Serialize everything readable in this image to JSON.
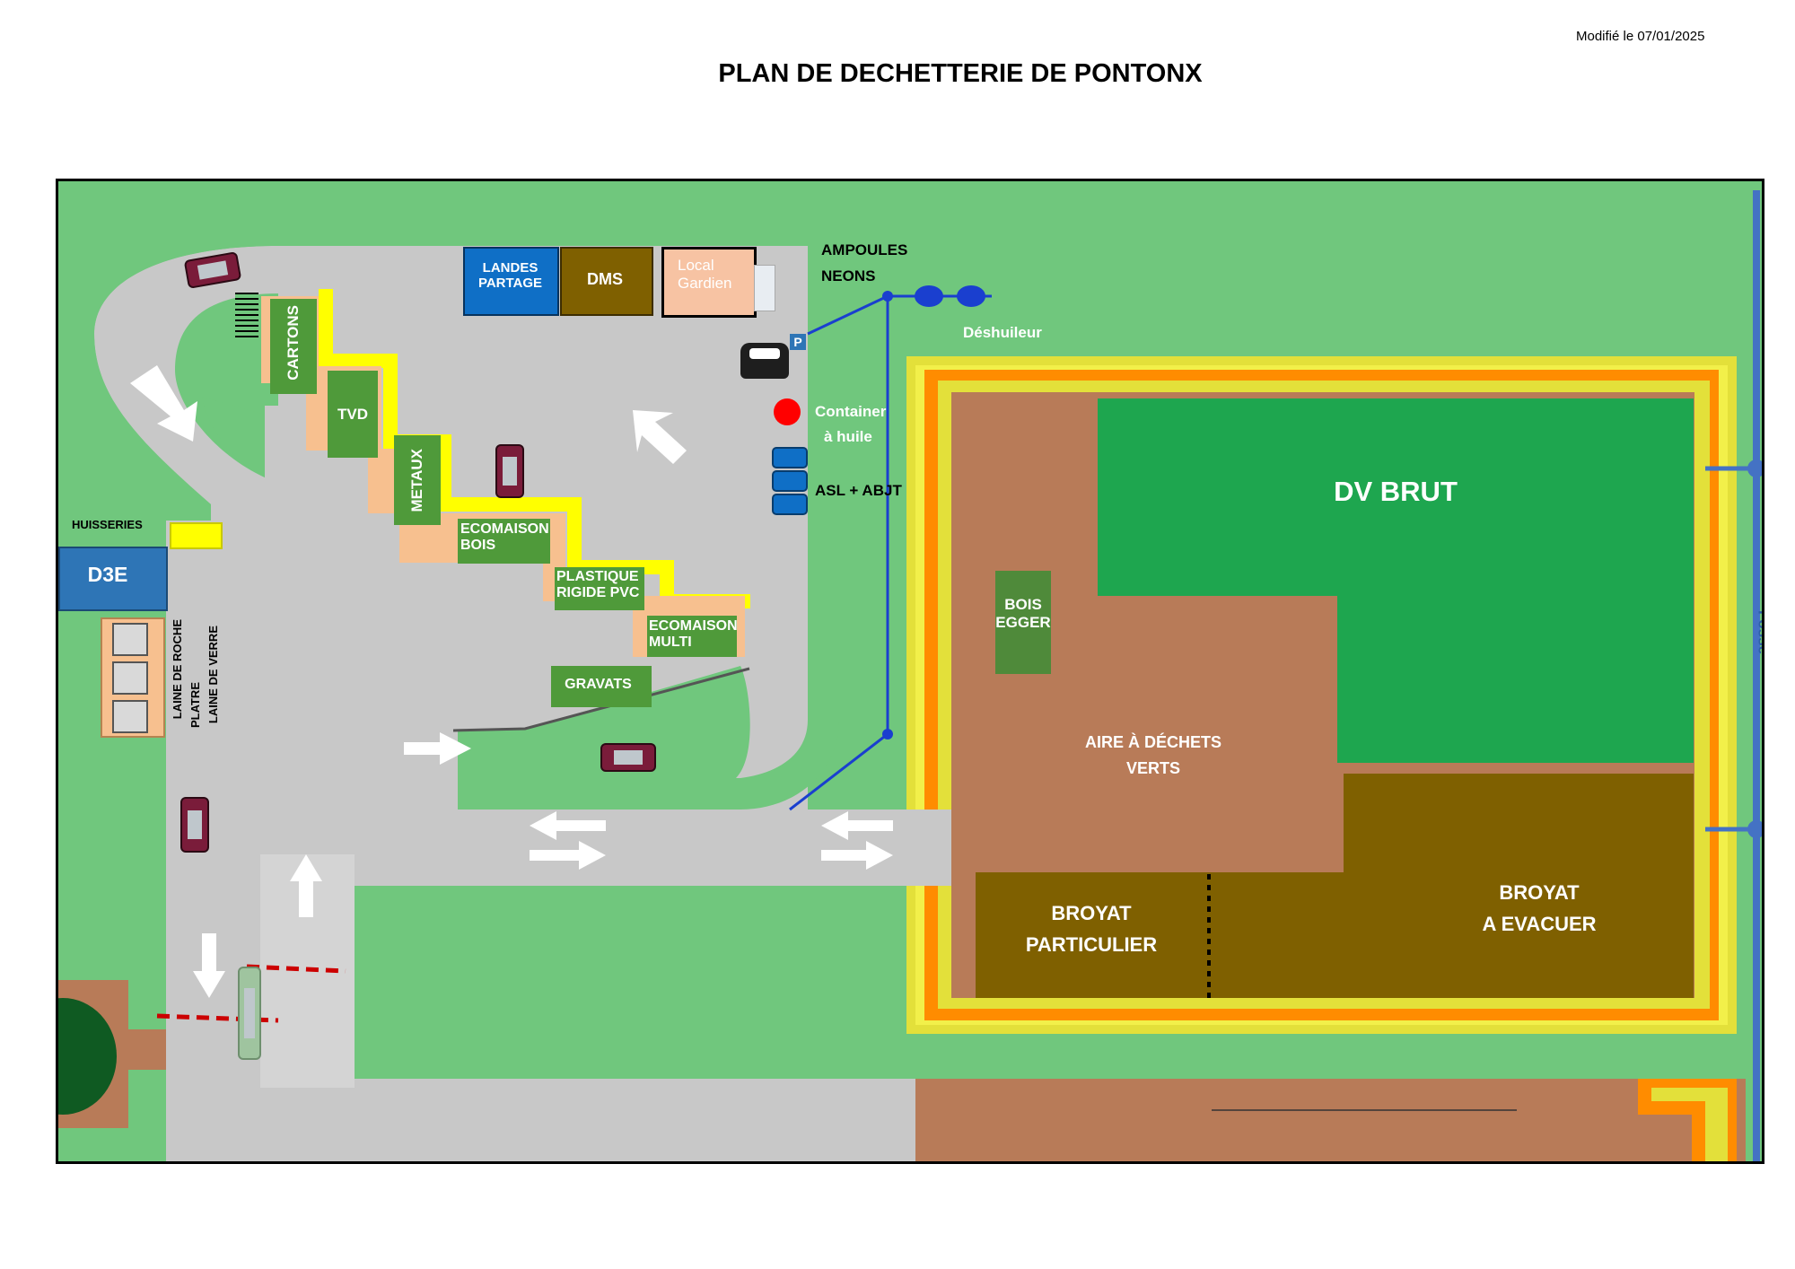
{
  "header": {
    "modified": "Modifié le 07/01/2025",
    "title": "PLAN DE DECHETTERIE DE PONTONX"
  },
  "colors": {
    "grass": "#70c77d",
    "road": "#c8c8c8",
    "container_green": "#4f9a3a",
    "quay_orange": "#f7c08f",
    "yellow_strip": "#ffff00",
    "brown_area": "#b87b58",
    "dark_olive": "#7f6000",
    "dv_green": "#1ea64f",
    "blue": "#1f5fbf",
    "water_blue": "#4472c4"
  },
  "buildings": {
    "landes_partage": "LANDES PARTAGE",
    "dms": "DMS",
    "local_gardien": "Local Gardien",
    "d3e": "D3E",
    "huisseries": "HUISSERIES"
  },
  "containers": {
    "cartons": "CARTONS",
    "tvd": "TVD",
    "metaux": "METAUX",
    "ecomaison_bois": "ECOMAISON BOIS",
    "plastique": "PLASTIQUE RIGIDE PVC",
    "ecomaison_multi": "ECOMAISON MULTI",
    "gravats": "GRAVATS"
  },
  "labels": {
    "ampoules": "AMPOULES",
    "neons": "NEONS",
    "deshuileur": "Déshuileur",
    "container_huile_1": "Container",
    "container_huile_2": "à huile",
    "asl_abjt": "ASL + ABJT",
    "fosse": "Fossé",
    "laine_roche": "LAINE DE ROCHE",
    "platre": "PLATRE",
    "laine_verre": "LAINE DE VERRE",
    "parking_sign": "P"
  },
  "zones": {
    "dv_brut": "DV BRUT",
    "bois_egger": "BOIS EGGER",
    "aire_dechets_verts": "AIRE À DÉCHETS VERTS",
    "broyat_particulier_1": "BROYAT",
    "broyat_particulier_2": "PARTICULIER",
    "broyat_evacuer_1": "BROYAT",
    "broyat_evacuer_2": "A EVACUER"
  }
}
